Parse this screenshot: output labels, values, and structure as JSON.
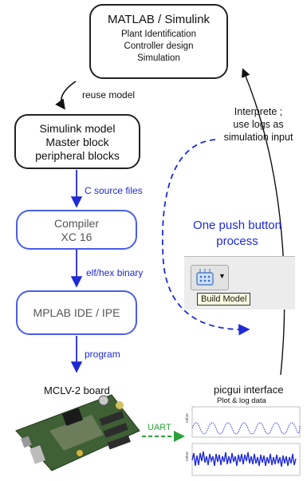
{
  "matlab": {
    "title": "MATLAB / Simulink",
    "lines": [
      "Plant Identification",
      "Controller design",
      "Simulation"
    ]
  },
  "reuse_label": "reuse model",
  "simulink": {
    "lines": [
      "Simulink model",
      "Master block",
      "peripheral blocks"
    ]
  },
  "c_source_label": "C source files",
  "compiler": {
    "lines": [
      "Compiler",
      "XC 16"
    ]
  },
  "elf_label": "elf/hex binary",
  "mplab": {
    "title": "MPLAB IDE / IPE"
  },
  "program_label": "program",
  "one_push": {
    "lines": [
      "One push button",
      "process"
    ]
  },
  "build_tooltip": "Build Model",
  "interprete": {
    "lines": [
      "Interprete ;",
      "use logs as",
      "simulation input"
    ]
  },
  "board_label": "MCLV-2 board",
  "uart_label": "UART",
  "picgui": {
    "title": "picgui interface",
    "subtitle": "Plot & log data"
  },
  "colors": {
    "blue": "#1f2ad6",
    "box_blue": "#4a5ee8",
    "green": "#2aa13a"
  }
}
